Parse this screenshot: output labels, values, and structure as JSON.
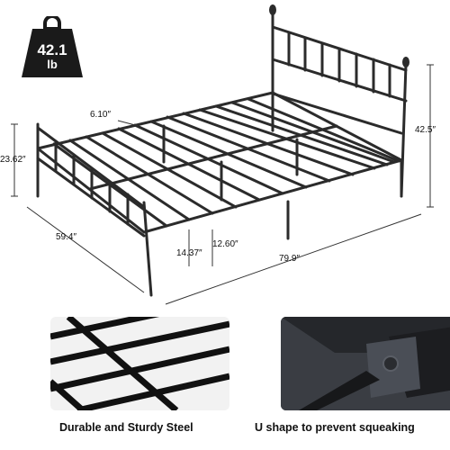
{
  "weight": {
    "value": "42.1",
    "unit": "lb"
  },
  "dimensions": {
    "slat_gap": "6.10″",
    "headboard_height": "42.5″",
    "footboard_height": "23.62″",
    "width": "59.4″",
    "length": "79.9″",
    "under_bed_clearance": "14.37″",
    "center_leg_height": "12.60″"
  },
  "captions": {
    "left": "Durable and Sturdy Steel",
    "right": "U shape to prevent squeaking"
  },
  "colors": {
    "frame": "#2b2b2b",
    "badge": "#1a1a1a",
    "steel_dark": "#2d2f34"
  }
}
